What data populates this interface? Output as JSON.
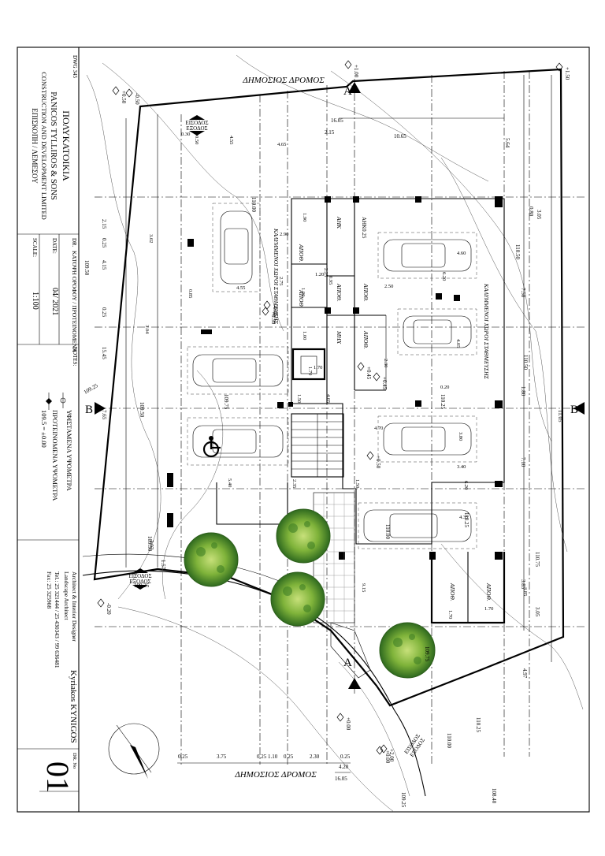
{
  "roads": {
    "top": "ΔΗΜΟΣΙΟΣ ΔΡΟΜΟΣ",
    "bottom": "ΔΗΜΟΣΙΟΣ ΔΡΟΜΟΣ"
  },
  "entrances": {
    "label_in": "ΕΙΣΟΔΟΣ",
    "label_out": "ΕΞΟΔΟΣ"
  },
  "sections": {
    "a": "A",
    "b": "B"
  },
  "rooms": {
    "covered_parking": "ΚΑΛΥΜΜΕΝΟΙ ΧΩΡΟΙ ΣΤΑΘΜΕΥΣΗΣ",
    "storage": "ΑΠΟΘ.",
    "aik": "ΑΗΚ",
    "aik_dim": "ΑΗΚ0.25",
    "mech": "ΜΗΧ",
    "lift": "1.70"
  },
  "levels": [
    "+0.50",
    "-0.45",
    "+0.45",
    "+0.50",
    "+0.00",
    "-0.20",
    "+1.00",
    "-0.50",
    "+1.50",
    "+0.45",
    "+2.00",
    "+0.00",
    "+0.50"
  ],
  "spot_levels": [
    "109.25",
    "109.25",
    "109.50",
    "109.75",
    "109.50",
    "110.00",
    "110.25",
    "110.50",
    "110.75",
    "110.25",
    "110.50",
    "110.00",
    "110.25",
    "109.75",
    "110.00",
    "109.50",
    "109.25",
    "108.40"
  ],
  "dimensions": {
    "left_col": [
      "2.15",
      "0.25",
      "4.15",
      "0.25",
      "15.45",
      "7.65",
      "3.03",
      "1.57"
    ],
    "right_col": [
      "5.64",
      "0.80",
      "3.05",
      "7.50",
      "1.80",
      "7.10",
      "3.85",
      "3.05",
      "4.97",
      "11.05"
    ],
    "bottom_row": [
      "0.25",
      "3.75",
      "0.25",
      "1.10",
      "0.25",
      "2.30",
      "0.25",
      "4.20",
      "16.05"
    ],
    "top_row": [
      "16.05",
      "2.15",
      "10.65"
    ],
    "misc": [
      "0.30",
      "0.50",
      "4.55",
      "4.65",
      "3.02",
      "0.85",
      "4.55",
      "3.04",
      "1.90",
      "2.90",
      "1.90",
      "2.75",
      "1.20",
      "0.95",
      "2.25",
      "2.50",
      "1.00",
      "2.30",
      "4.60",
      "4.05",
      "3.80",
      "4.35",
      "6.20",
      "6.20",
      "3.40",
      "4.05",
      "1.50",
      "1.70",
      "2.35",
      "1.50",
      "4.70",
      "5.40",
      "1.70",
      "1.70",
      "9.15",
      "3.85",
      "0.20"
    ]
  },
  "title_block": {
    "drawing_no": "DWG 345",
    "project": "ΠΟΛΥΚΑΤΟΙΚΙΑ",
    "client_1": "PANICOS TYLLIROS & SONS",
    "client_2": "CONSTRUCTION AND DEVELOPMENT LIMITED",
    "location": "ΕΠΙΣΚΟΠΗ / ΛΕΜΕΣΟΥ",
    "dr_label": "DR.",
    "dr_value": "ΚΑΤΟΨΗ ΟΡΟΦΟΥ / ΠΡΟΤΕΙΝΟΜΕΝΑ",
    "date_label": "DATE:",
    "date_value": "04/ 2021",
    "scale_label": "SCALE:",
    "scale_value": "1:100",
    "notes_label": "NOTES:",
    "note_existing": "ΥΦΙΣΤΑΜΕΝΑ ΥΨΟΜΕΤΡΑ",
    "note_proposed": "ΠΡΟΤΕΙΝΟΜΕΝΑ ΥΨΟΜΕΤΡΑ",
    "note_datum": "109.5 = ±0.00",
    "firm_role_1": "Architect & Interior Designer",
    "firm_role_2": "Landscape Architect",
    "firm_tel": "Tel.: 25 321444 / 25 430343 / 99 636481",
    "firm_fax": "Fax: 25 325908",
    "firm_name": "Kyriakos KYNIGOS",
    "sheet_label": "DR. No",
    "sheet_no": "01"
  }
}
